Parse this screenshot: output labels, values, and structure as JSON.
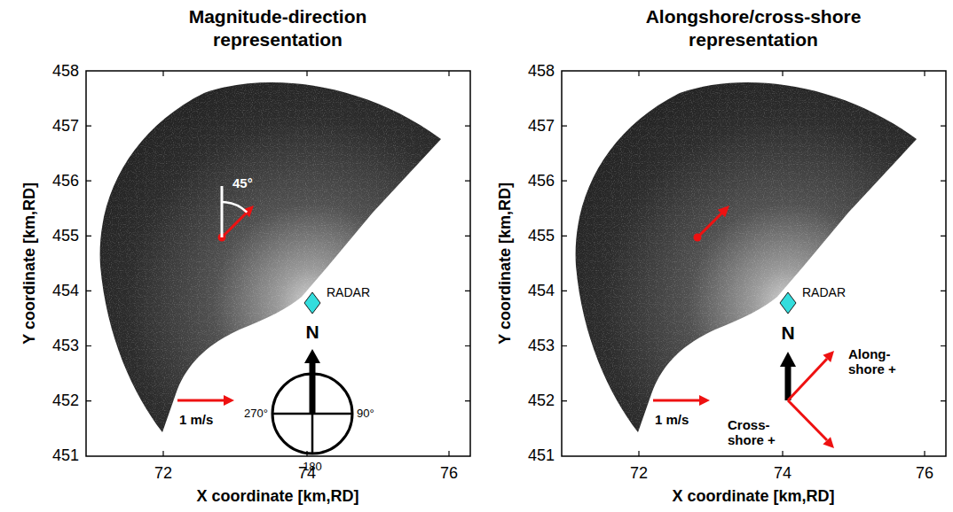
{
  "diagram": {
    "labels": [
      "Magnitude-direction representation",
      "Alongshore/cross-shore representation",
      "458",
      "457",
      "456",
      "455",
      "454",
      "453",
      "452",
      "451",
      "72",
      "74",
      "76",
      "Y coordinate [km,RD]",
      "X coordinate [km,RD]",
      "45°",
      "RADAR",
      "N",
      "270°",
      "90°",
      "180",
      "1 m/s",
      "458",
      "457",
      "456",
      "455",
      "454",
      "453",
      "452",
      "451",
      "72",
      "74",
      "76",
      "Y coordinate [km,RD]",
      "X coordinate [km,RD]",
      "RADAR",
      "N",
      "Along-shore +",
      "Cross-shore +",
      "1 m/s"
    ]
  }
}
